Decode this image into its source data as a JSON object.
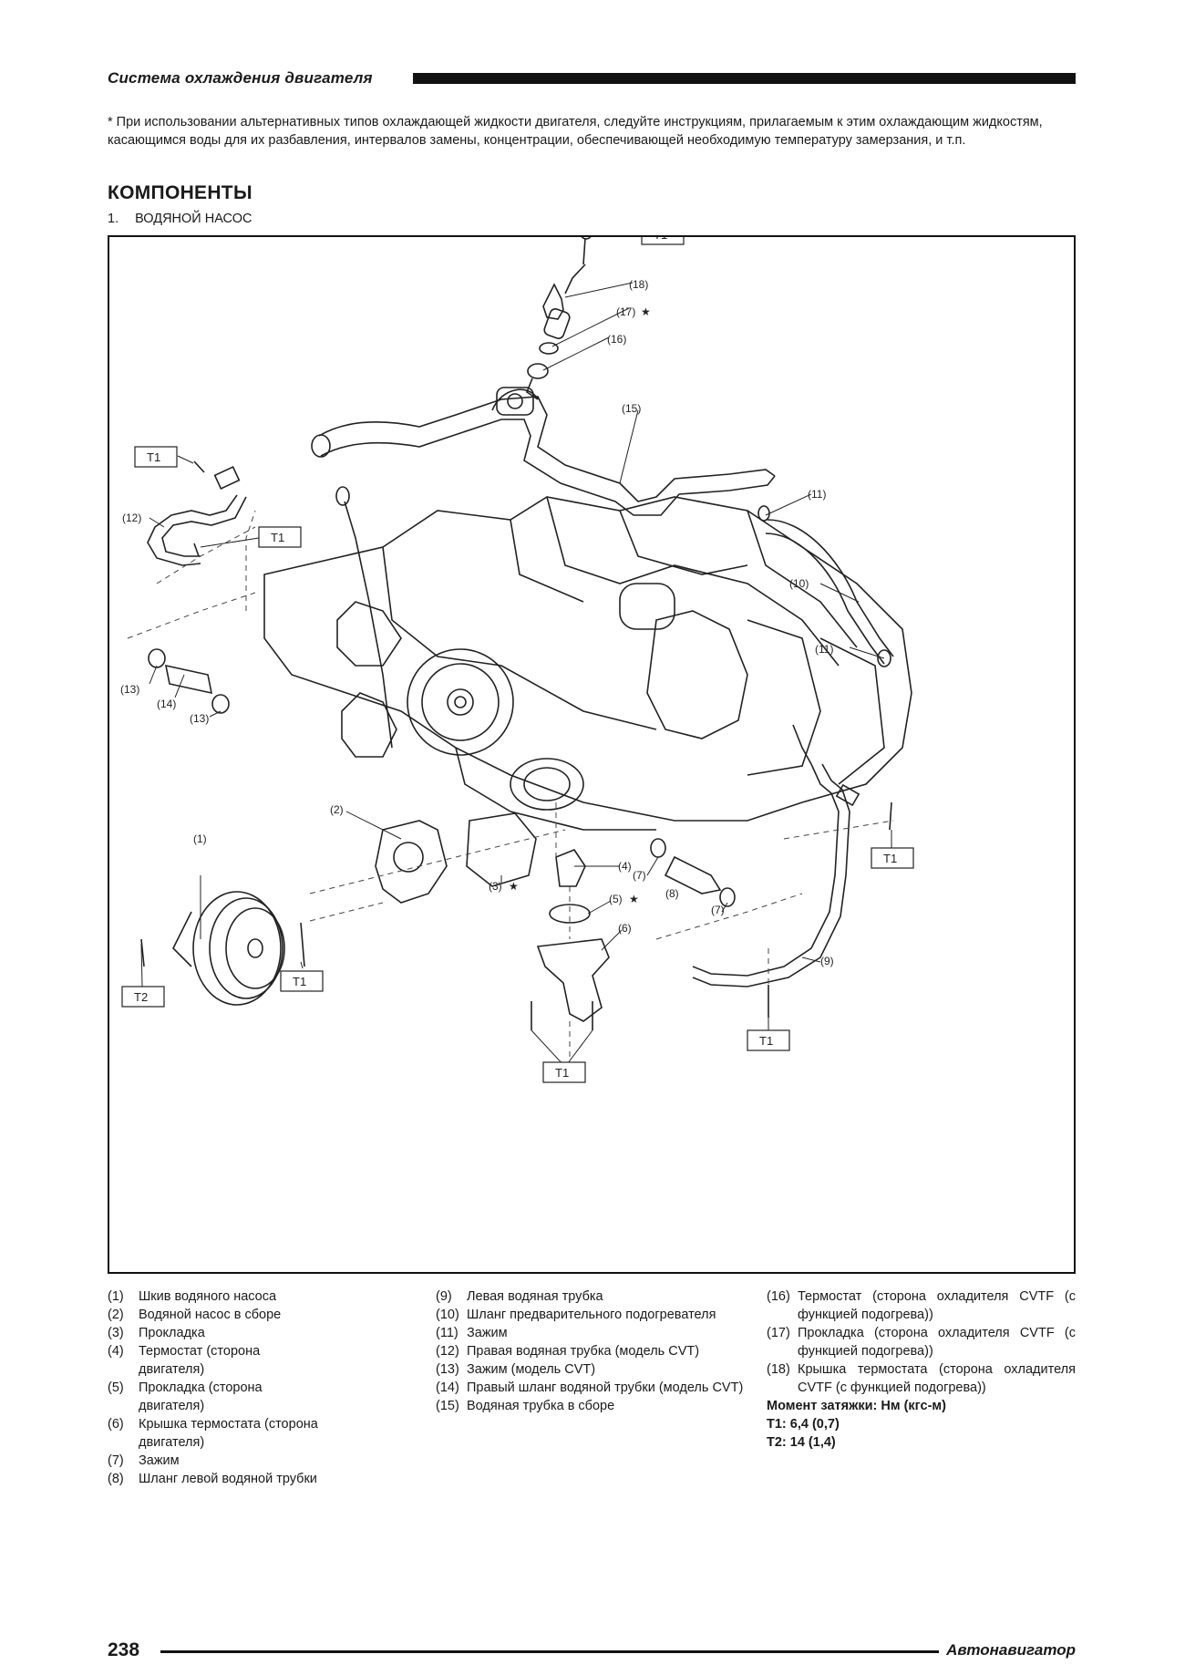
{
  "header": {
    "title": "Система охлаждения двигателя"
  },
  "note": "* При использовании альтернативных типов охлаждающей жидкости двигателя, следуйте инструкциям, прилагаемым к этим охлаждающим жидкостям, касающимся воды для их разбавления, интервалов замены, концентрации, обеспечивающей необходимую температуру замерзания, и т.п.",
  "section": {
    "title": "КОМПОНЕНТЫ",
    "sub_num": "1.",
    "sub_title": "ВОДЯНОЙ НАСОС"
  },
  "diagram": {
    "callouts": {
      "c1": "(1)",
      "c2": "(2)",
      "c3": "(3)",
      "c4": "(4)",
      "c5": "(5)",
      "c6": "(6)",
      "c7a": "(7)",
      "c7b": "(7)",
      "c8": "(8)",
      "c9": "(9)",
      "c10": "(10)",
      "c11a": "(11)",
      "c11b": "(11)",
      "c12": "(12)",
      "c13a": "(13)",
      "c13b": "(13)",
      "c14": "(14)",
      "c15": "(15)",
      "c16": "(16)",
      "c17": "(17)",
      "c18": "(18)"
    },
    "star": "★",
    "torque_labels": {
      "t1": "T1",
      "t2": "T2"
    }
  },
  "legend": {
    "col1": [
      {
        "num": "(1)",
        "text": "Шкив водяного насоса"
      },
      {
        "num": "(2)",
        "text": "Водяной насос в сборе"
      },
      {
        "num": "(3)",
        "text": "Прокладка"
      },
      {
        "num": "(4)",
        "text": "Термостат (сторона двигателя)"
      },
      {
        "num": "(5)",
        "text": "Прокладка (сторона двигателя)"
      },
      {
        "num": "(6)",
        "text": "Крышка термостата (сторона двигателя)"
      },
      {
        "num": "(7)",
        "text": "Зажим"
      },
      {
        "num": "(8)",
        "text": "Шланг левой водяной трубки"
      }
    ],
    "col2": [
      {
        "num": "(9)",
        "text": "Левая водяная трубка"
      },
      {
        "num": "(10)",
        "text": "Шланг предварительного подогревателя"
      },
      {
        "num": "(11)",
        "text": "Зажим"
      },
      {
        "num": "(12)",
        "text": "Правая водяная трубка (модель CVT)"
      },
      {
        "num": "(13)",
        "text": "Зажим (модель CVT)"
      },
      {
        "num": "(14)",
        "text": "Правый шланг водяной трубки (модель CVT)"
      },
      {
        "num": "(15)",
        "text": "Водяная трубка в сборе"
      }
    ],
    "col3": [
      {
        "num": "(16)",
        "text": "Термостат (сторона охладителя CVTF (с функцией подогрева))"
      },
      {
        "num": "(17)",
        "text": "Прокладка (сторона охладителя CVTF (с функцией подогрева))"
      },
      {
        "num": "(18)",
        "text": "Крышка термостата (сторона охладителя CVTF (с функцией подогрева))"
      }
    ],
    "torque": {
      "heading": "Момент затяжки: Нм (кгс-м)",
      "t1": "T1:  6,4 (0,7)",
      "t2": "T2:  14 (1,4)"
    }
  },
  "footer": {
    "page_number": "238",
    "brand": "Автонавигатор"
  }
}
